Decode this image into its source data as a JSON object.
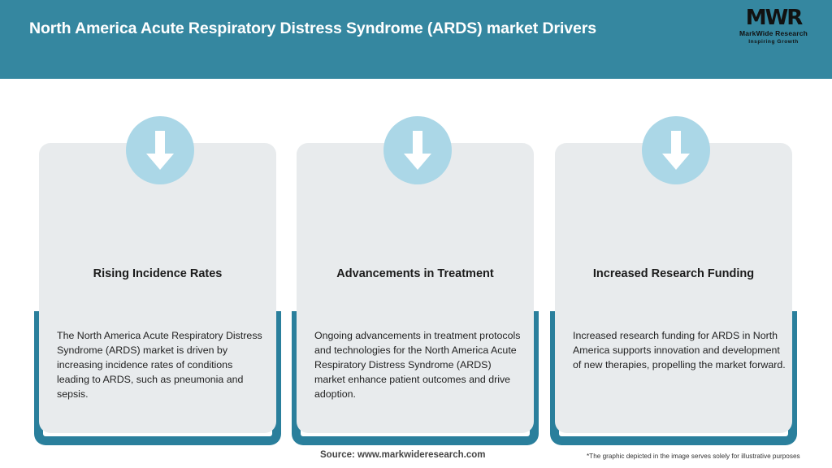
{
  "header": {
    "title": "North America Acute Respiratory Distress Syndrome (ARDS) market Drivers",
    "background_color": "#3587a0",
    "title_color": "#ffffff"
  },
  "logo": {
    "mark": "MWR",
    "name": "MarkWide Research",
    "tagline": "Inspiring Growth"
  },
  "theme": {
    "teal": "#2a7f9c",
    "card_background": "#e8ebed",
    "icon_circle": "#abd7e7",
    "arrow_color": "#ffffff"
  },
  "cards": [
    {
      "icon": "down-arrow-icon",
      "title": "Rising Incidence Rates",
      "body": "The North America Acute Respiratory Distress Syndrome (ARDS) market is driven by increasing incidence rates of conditions leading to ARDS, such as pneumonia and sepsis."
    },
    {
      "icon": "down-arrow-icon",
      "title": "Advancements in Treatment",
      "body": "Ongoing advancements in treatment protocols and technologies for the North America Acute Respiratory Distress Syndrome (ARDS) market enhance patient outcomes and drive adoption."
    },
    {
      "icon": "down-arrow-icon",
      "title": "Increased Research Funding",
      "body": "Increased research funding for ARDS in North America supports innovation and development of new therapies, propelling the market forward."
    }
  ],
  "footer": {
    "source": "Source: www.markwideresearch.com",
    "disclaimer": "*The graphic depicted in the image serves solely for illustrative purposes"
  }
}
